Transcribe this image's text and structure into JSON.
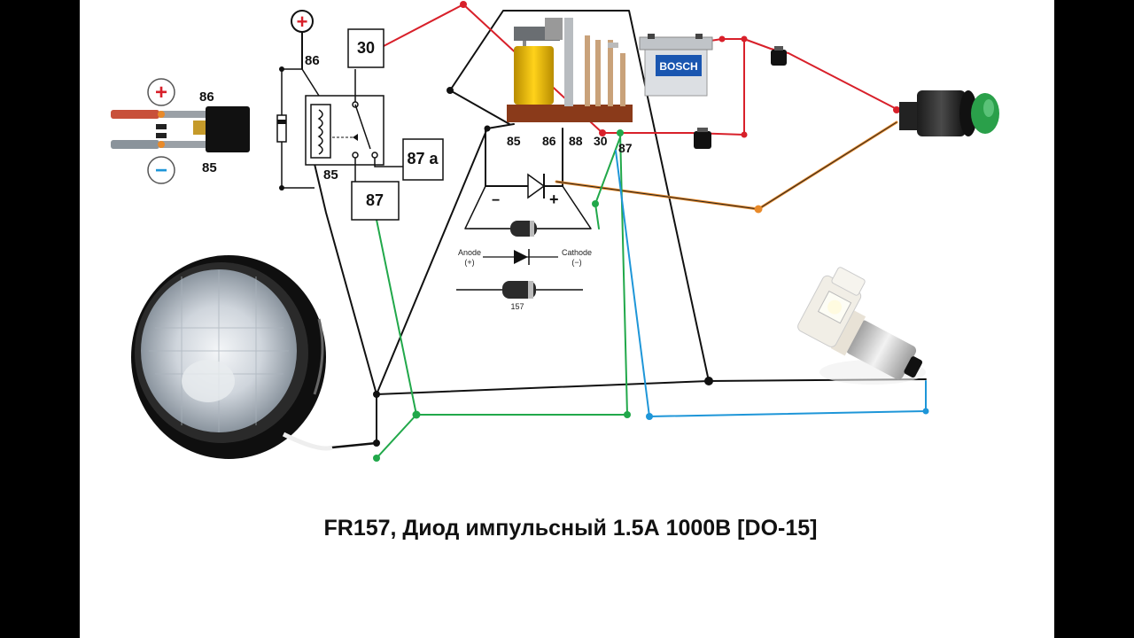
{
  "diagram": {
    "caption": "FR157, Диод импульсный 1.5А 1000В [DO-15]",
    "colors": {
      "background": "#ffffff",
      "frame": "#000000",
      "wire_black": "#111111",
      "wire_red": "#d8202a",
      "wire_green": "#21a84a",
      "wire_blue": "#1e96d8",
      "wire_orange": "#e88a2a",
      "relay_coil": "#f2c200",
      "button_green": "#2aa04a",
      "battery_brand": "#1a56b0"
    },
    "relay_pinout": {
      "plus_symbol": "+",
      "minus_symbol": "−",
      "pin_86": "86",
      "pin_85": "85"
    },
    "schematic": {
      "plus_symbol": "+",
      "pin_86": "86",
      "pin_85": "85",
      "box_30": "30",
      "box_87a": "87 a",
      "box_87": "87"
    },
    "relay_photo": {
      "pins": [
        "85",
        "86",
        "88",
        "30",
        "87"
      ]
    },
    "diode_block": {
      "minus": "−",
      "plus": "+",
      "anode_label": "Anode",
      "anode_sign": "(+)",
      "cathode_label": "Cathode",
      "cathode_sign": "(−)",
      "part_number": "157"
    },
    "battery": {
      "brand": "BOSCH"
    },
    "icons": [
      "relay-icon",
      "battery-icon",
      "fuse-icon",
      "push-button-icon",
      "headlight-icon",
      "led-bulb-icon",
      "diode-icon"
    ]
  }
}
